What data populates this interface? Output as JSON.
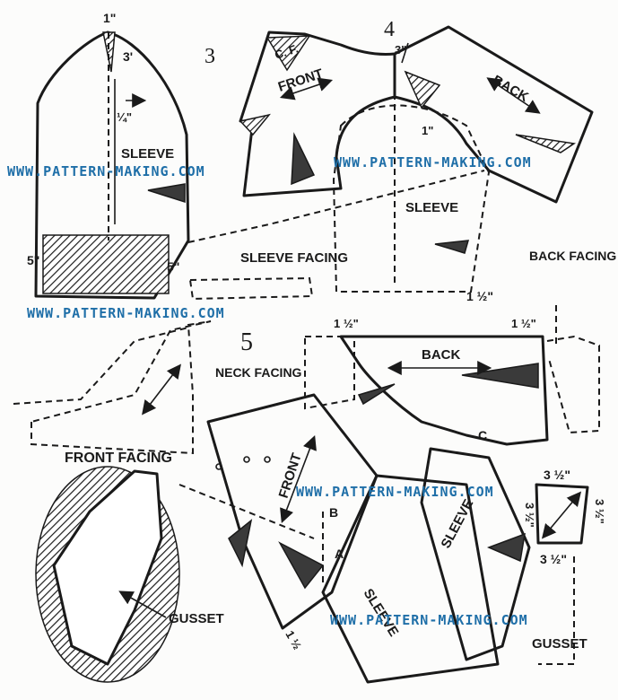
{
  "steps": {
    "three": "3",
    "four": "4",
    "five": "5"
  },
  "sleeve3": {
    "top": "1\"",
    "cap": "3'",
    "quarter": "¼\"",
    "label": "SLEEVE",
    "hem_left": "5\"",
    "hem_right": "5\""
  },
  "step4": {
    "cf": "C. F.",
    "front": "FRONT",
    "back": "BACK",
    "neck": "3\"",
    "one": "1\"",
    "sleeve": "SLEEVE",
    "sleeve_facing": "SLEEVE FACING",
    "back_facing": "BACK FACING",
    "one_half": "1 ½\""
  },
  "step5": {
    "left_measure": "1 ½\"",
    "right_measure": "1 ½\"",
    "neck_facing": "NECK FACING",
    "back": "BACK",
    "front_facing": "FRONT FACING",
    "front": "FRONT",
    "point_b": "B",
    "point_a": "A",
    "point_c": "C",
    "sleeve_lower": "SLEEVE",
    "sleeve_right": "SLEEVE",
    "gusset": "GUSSET",
    "gusset_detail": "GUSSET",
    "half_bottom": "1 ½",
    "gusset_top": "3 ½\"",
    "gusset_bottom": "3 ½\"",
    "gusset_side_left": "3 ½\"",
    "gusset_side_right": "3 ½\""
  },
  "watermarks": [
    "WWW.PATTERN-MAKING.COM",
    "WWW.PATTERN-MAKING.COM",
    "WWW.PATTERN-MAKING.COM",
    "WWW.PATTERN-MAKING.COM",
    "WWW.PATTERN-MAKING.COM"
  ]
}
